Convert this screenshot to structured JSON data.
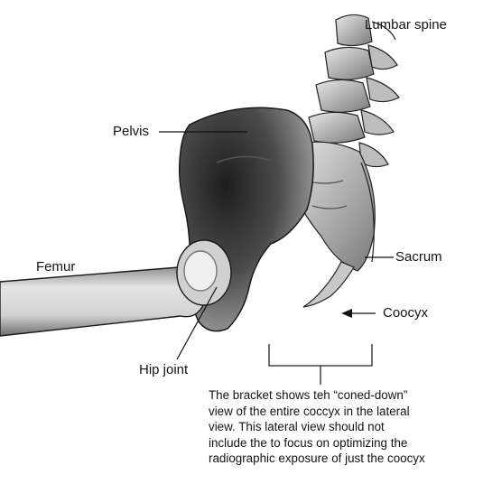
{
  "labels": {
    "lumbar_spine": "Lumbar spine",
    "pelvis": "Pelvis",
    "femur": "Femur",
    "sacrum": "Sacrum",
    "coccyx": "Coocyx",
    "hip_joint": "Hip joint"
  },
  "caption_lines": [
    "The bracket shows teh “coned-down”",
    "view of the entire coccyx in the lateral",
    "view. This lateral view should not",
    "include the to focus on optimizing the",
    "radiographic exposure of just the coocyx"
  ],
  "colors": {
    "bone_light": "#d9d9d9",
    "bone_mid": "#9a9a9a",
    "bone_dark": "#3a3a3a",
    "outline": "#222222",
    "text": "#141414"
  }
}
